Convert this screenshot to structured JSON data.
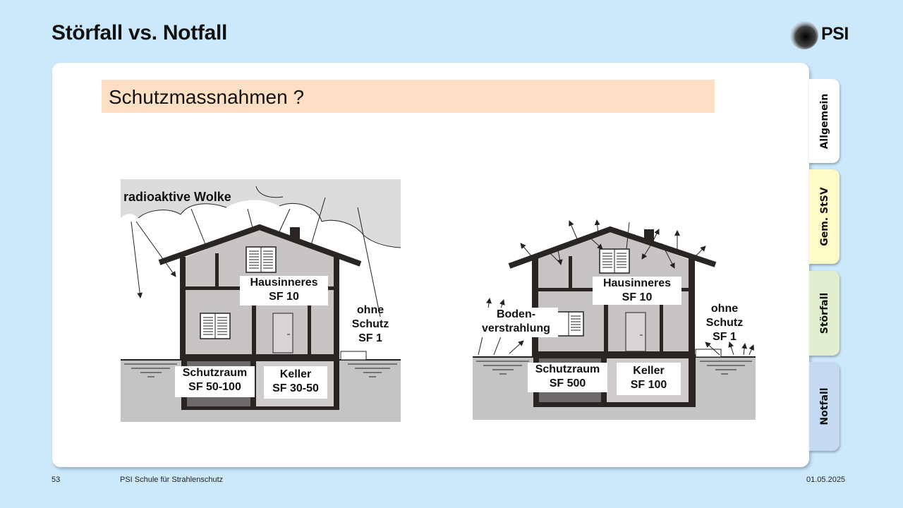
{
  "header": {
    "title": "Störfall vs. Notfall",
    "logo_text": "PSI"
  },
  "banner": {
    "text": "Schutzmassnahmen ?"
  },
  "tabs": [
    {
      "label": "Allgemein",
      "color": "#ffffff"
    },
    {
      "label": "Gem. StSV",
      "color": "#fdfbc8"
    },
    {
      "label": "Störfall",
      "color": "#e2efcf"
    },
    {
      "label": "Notfall",
      "color": "#c4d9f2"
    }
  ],
  "left_diagram": {
    "cloud_label": "radioaktive Wolke",
    "hausinneres_title": "Hausinneres",
    "hausinneres_sf": "SF 10",
    "ohne_line1": "ohne",
    "ohne_line2": "Schutz",
    "ohne_sf": "SF 1",
    "schutzraum_title": "Schutzraum",
    "schutzraum_sf": "SF 50-100",
    "keller_title": "Keller",
    "keller_sf": "SF 30-50"
  },
  "right_diagram": {
    "boden_line1": "Boden-",
    "boden_line2": "verstrahlung",
    "hausinneres_title": "Hausinneres",
    "hausinneres_sf": "SF 10",
    "ohne_line1": "ohne",
    "ohne_line2": "Schutz",
    "ohne_sf": "SF 1",
    "schutzraum_title": "Schutzraum",
    "schutzraum_sf": "SF 500",
    "keller_title": "Keller",
    "keller_sf": "SF 100"
  },
  "footer": {
    "page_number": "53",
    "organization": "PSI Schule für Strahlenschutz",
    "date": "01.05.2025"
  }
}
